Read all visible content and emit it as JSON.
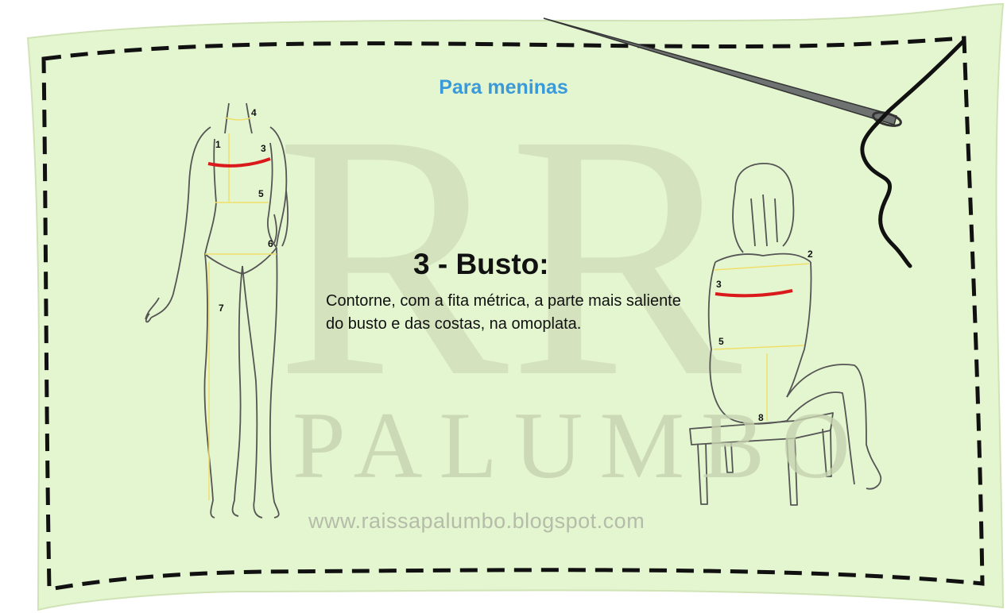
{
  "subtitle": "Para meninas",
  "heading": "3 - Busto:",
  "body_text": "Contorne, com a fita métrica, a parte mais saliente do busto e das costas, na omoplata.",
  "watermark": {
    "monogram": "RR",
    "letters": "PALUMBO",
    "url": "www.raissapalumbo.blogspot.com"
  },
  "figure_front_labels": [
    "1",
    "3",
    "4",
    "5",
    "6",
    "7"
  ],
  "figure_back_labels": [
    "2",
    "3",
    "5",
    "8"
  ],
  "colors": {
    "fabric": "#e4f6cf",
    "stitch": "#111111",
    "highlight_line": "#d9191c",
    "guide_line": "#f0de6a",
    "subtitle": "#3a9ad9",
    "watermark": "#c7d3b1"
  },
  "icons": [
    "sewing-needle-icon",
    "thread-icon"
  ]
}
